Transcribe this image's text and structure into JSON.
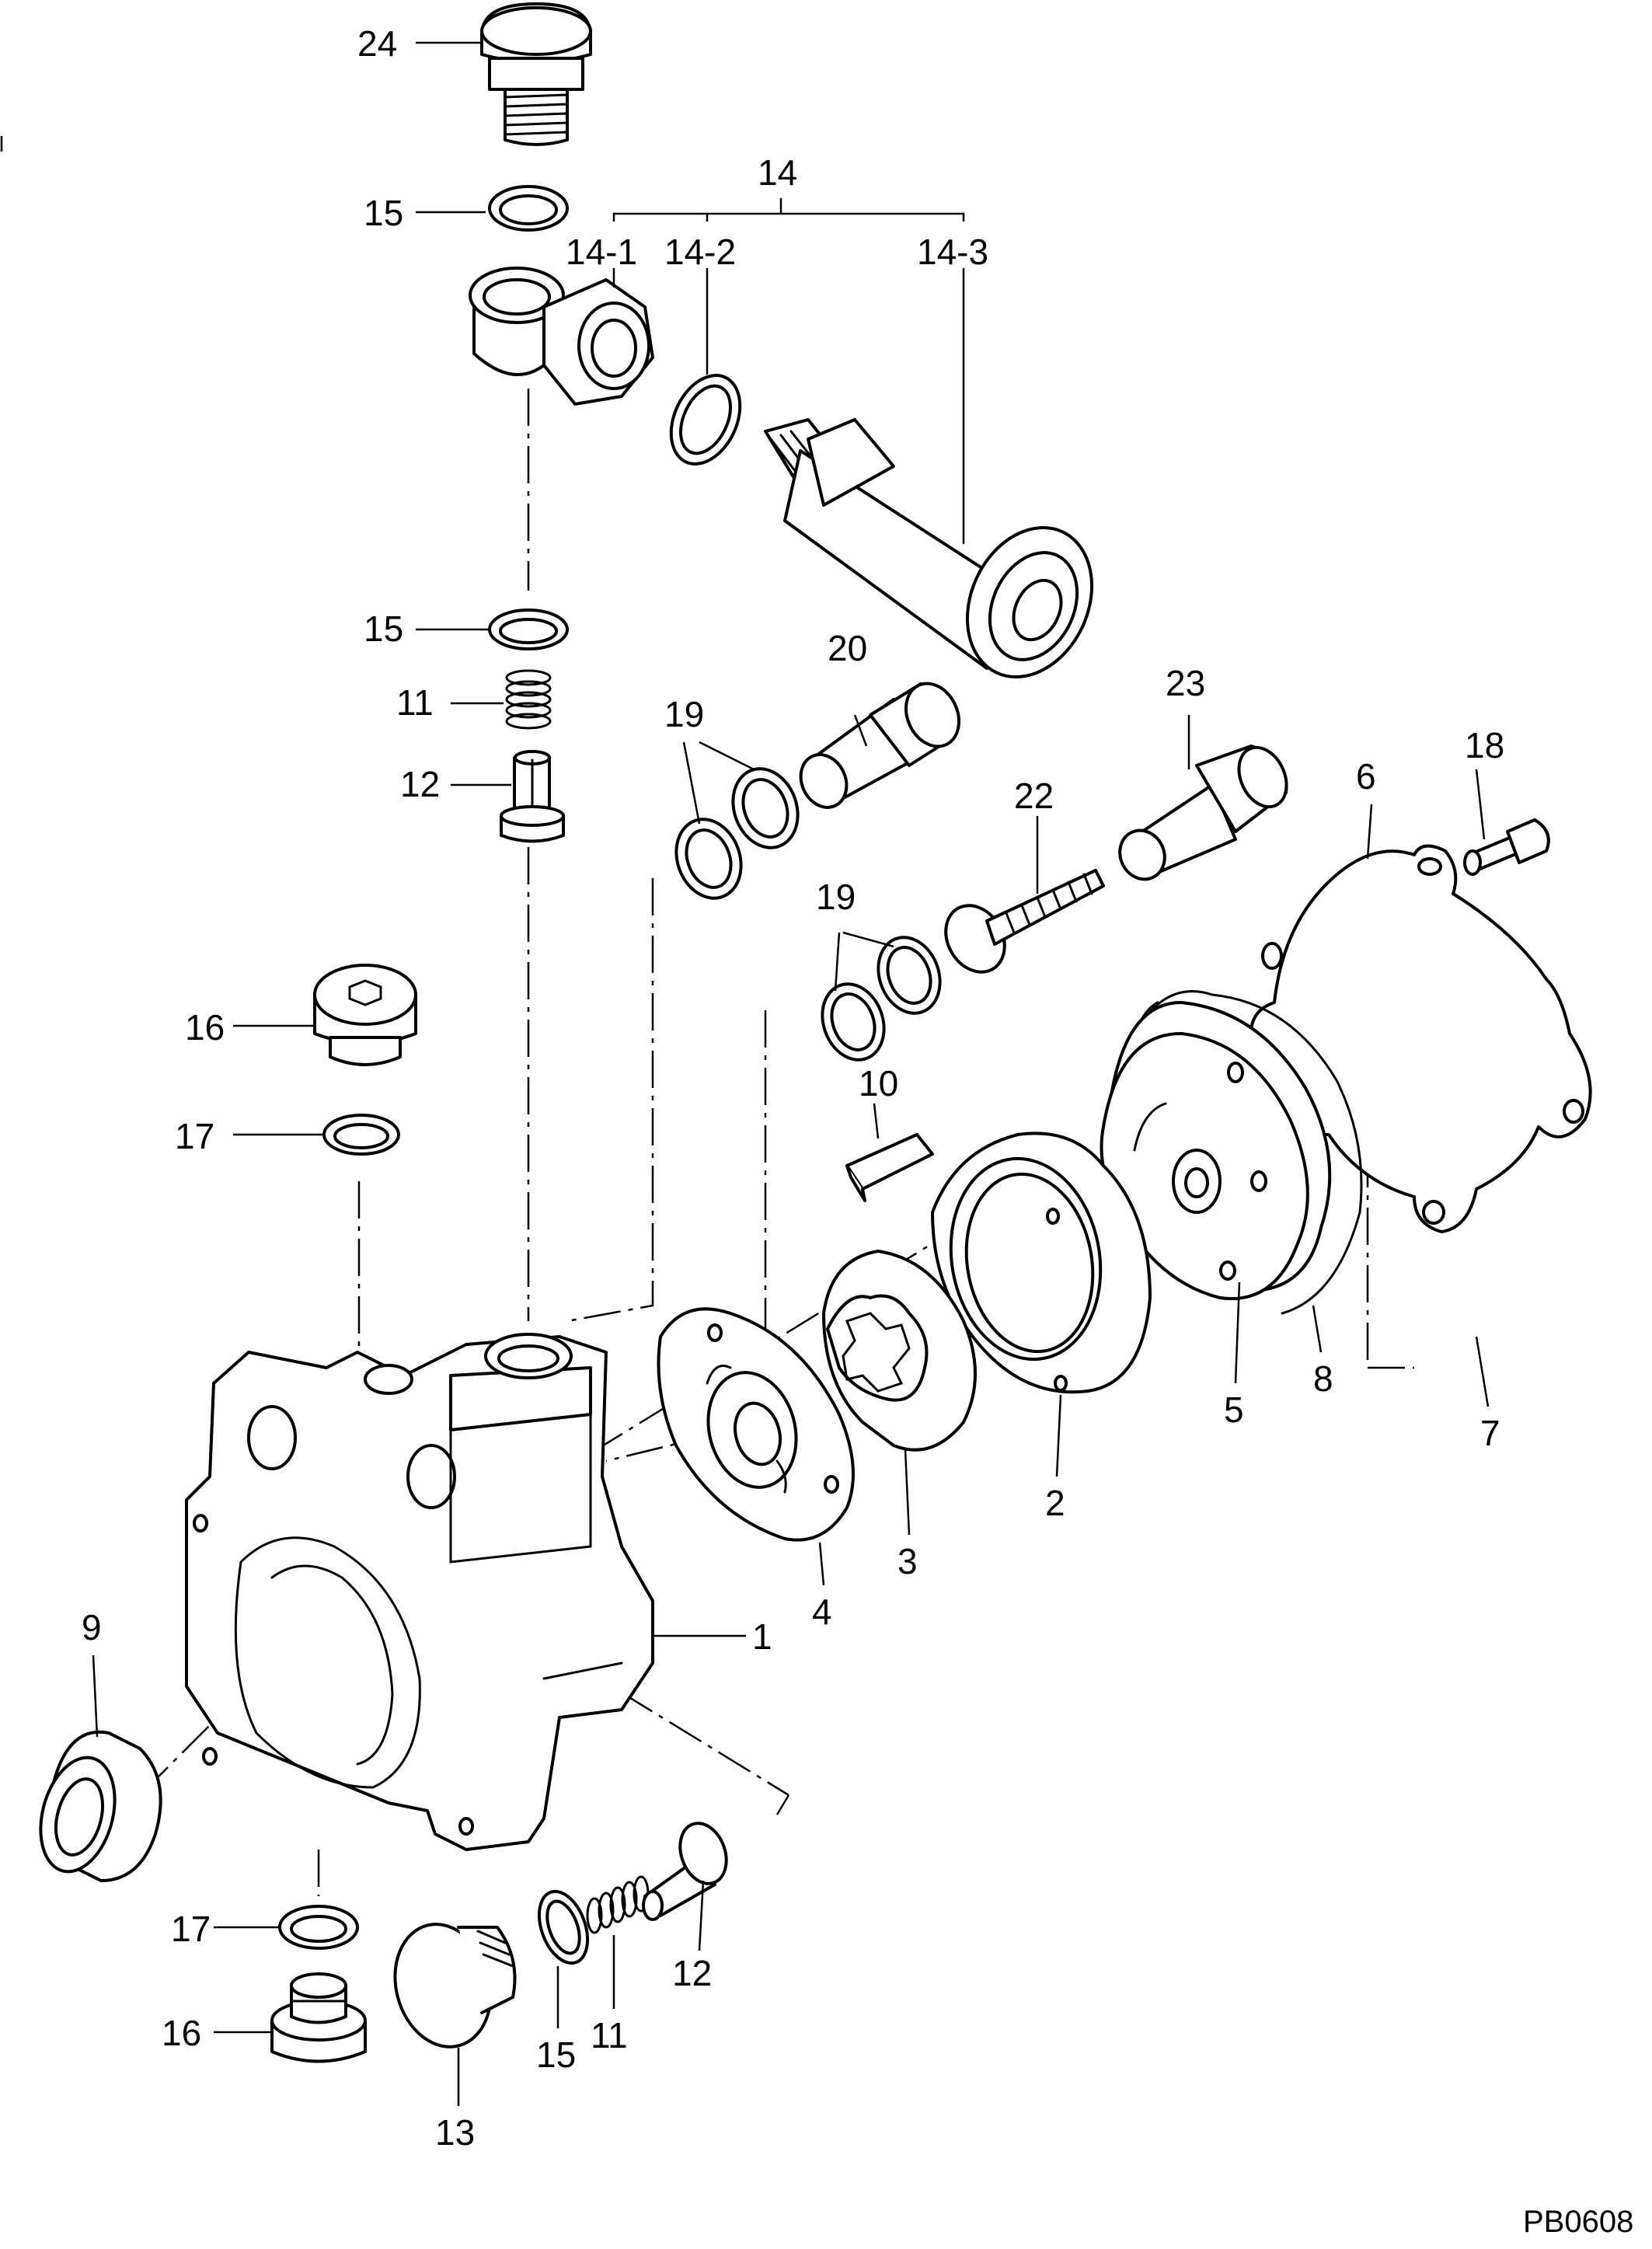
{
  "labels": {
    "p1": "1",
    "p2": "2",
    "p3": "3",
    "p4": "4",
    "p5": "5",
    "p6": "6",
    "p7": "7",
    "p8": "8",
    "p9": "9",
    "p10": "10",
    "p11a": "11",
    "p11b": "11",
    "p12a": "12",
    "p12b": "12",
    "p13": "13",
    "p14": "14",
    "p14_1": "14-1",
    "p14_2": "14-2",
    "p14_3": "14-3",
    "p15a": "15",
    "p15b": "15",
    "p15c": "15",
    "p16a": "16",
    "p16b": "16",
    "p17a": "17",
    "p17b": "17",
    "p18": "18",
    "p19a": "19",
    "p19b": "19",
    "p20": "20",
    "p22": "22",
    "p23": "23",
    "p24": "24"
  },
  "drawing_code": "PB0608"
}
